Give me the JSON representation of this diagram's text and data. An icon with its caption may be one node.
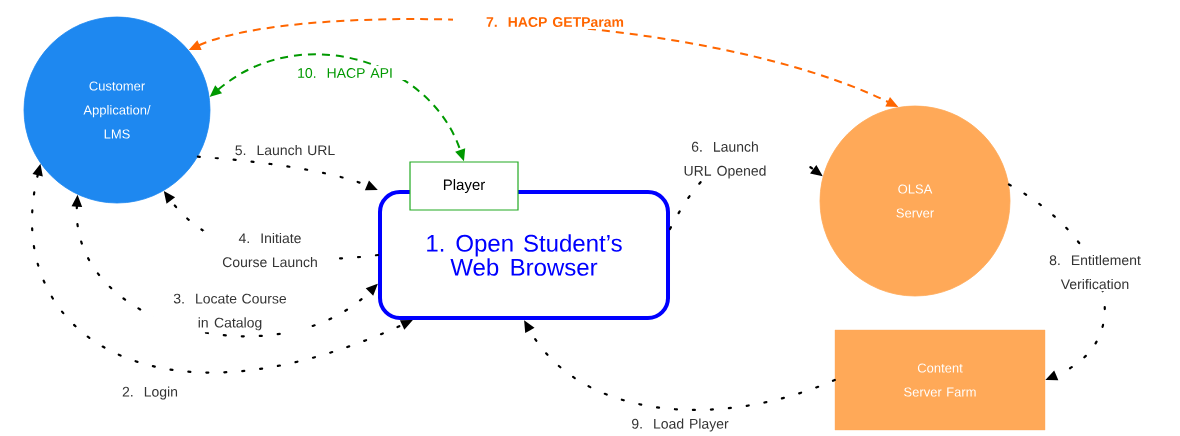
{
  "diagram": {
    "nodes": [
      {
        "text": [
          "Customer Application/ LMS"
        ]
      },
      {
        "text": [
          "Player"
        ]
      },
      {
        "text": [
          "1. Open Student’s Web Browser"
        ]
      },
      {
        "text": [
          "OLSA Server"
        ]
      },
      {
        "text": [
          "Content Server Farm"
        ]
      }
    ],
    "edges": [
      {
        "from": 0,
        "to": 2,
        "arrow": "both",
        "label": "2. Login"
      },
      {
        "from": 0,
        "to": 2,
        "arrow": "both",
        "label": "3. Locate Course in Catalog"
      },
      {
        "from": 2,
        "to": 0,
        "arrow": "to",
        "label": "4. Initiate Course Launch"
      },
      {
        "from": 0,
        "to": 2,
        "arrow": "to",
        "label": "5. Launch URL"
      },
      {
        "from": 2,
        "to": 3,
        "arrow": "to",
        "label": "6. Launch URL Opened"
      },
      {
        "from": 0,
        "to": 3,
        "arrow": "both",
        "label": "7. HACP GETParam",
        "style": "dashed",
        "color": "#ff6600"
      },
      {
        "from": 3,
        "to": 4,
        "arrow": "to",
        "label": "8. Entitlement Verification"
      },
      {
        "from": 4,
        "to": 2,
        "arrow": "to",
        "label": "9. Load Player"
      },
      {
        "from": 0,
        "to": 1,
        "arrow": "both",
        "label": "10. HACP API",
        "style": "dashed",
        "color": "#009900"
      }
    ]
  }
}
